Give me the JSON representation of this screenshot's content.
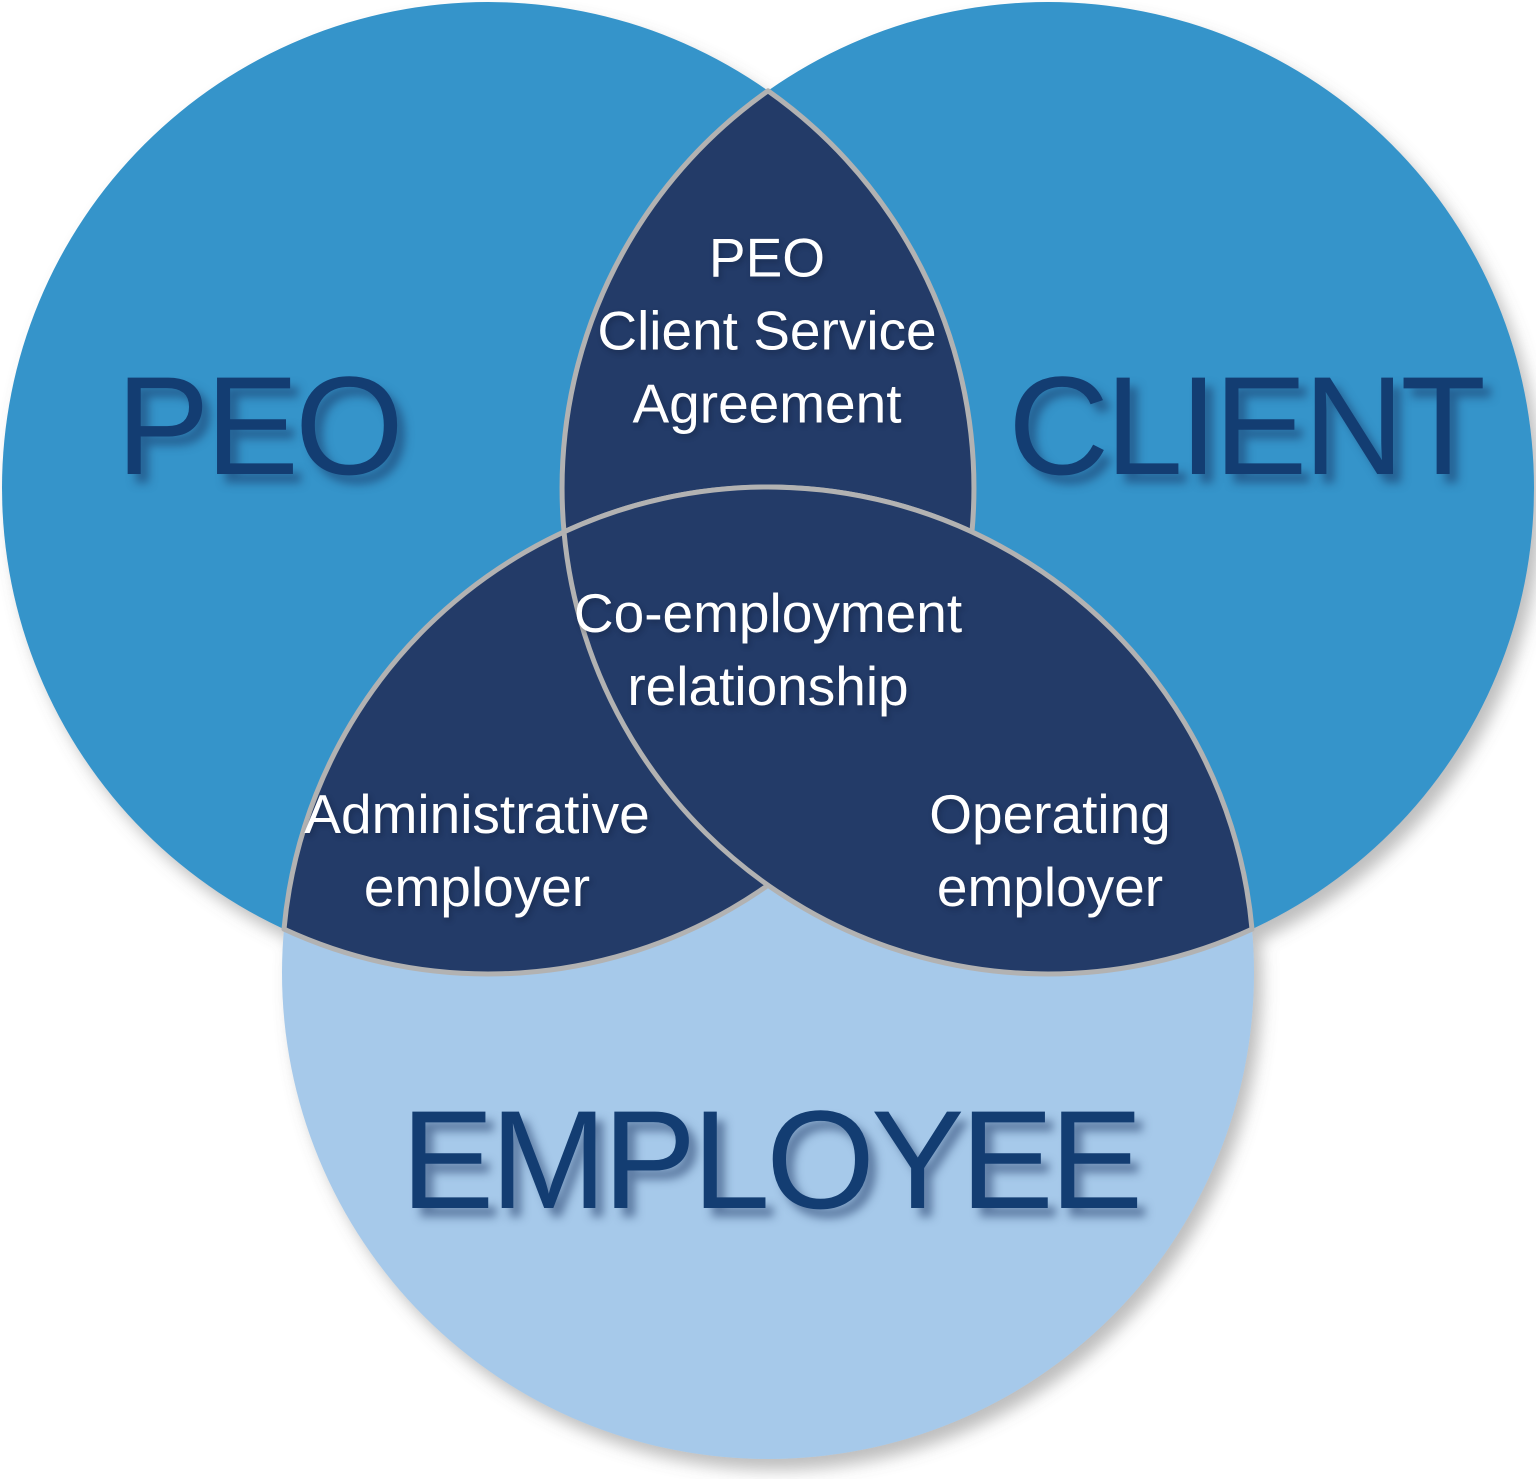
{
  "venn": {
    "circles": [
      {
        "id": "peo",
        "label": "PEO",
        "fill": "#3494CA"
      },
      {
        "id": "client",
        "label": "CLIENT",
        "fill": "#3494CA"
      },
      {
        "id": "employee",
        "label": "EMPLOYEE",
        "fill": "#A6C9EA"
      }
    ],
    "overlaps": [
      {
        "id": "peo-client",
        "label": "PEO\nClient Service\nAgreement"
      },
      {
        "id": "center",
        "label": "Co-employment\nrelationship"
      },
      {
        "id": "peo-employee",
        "label": "Administrative\nemployer"
      },
      {
        "id": "client-employee",
        "label": "Operating\nemployer"
      }
    ],
    "colors": {
      "overlap_fill": "#233B68",
      "outline": "#B2B2B2",
      "circle_label_text": "#133D72",
      "overlap_label_text": "#FFFFFF",
      "background": "#FFFFFF"
    }
  }
}
